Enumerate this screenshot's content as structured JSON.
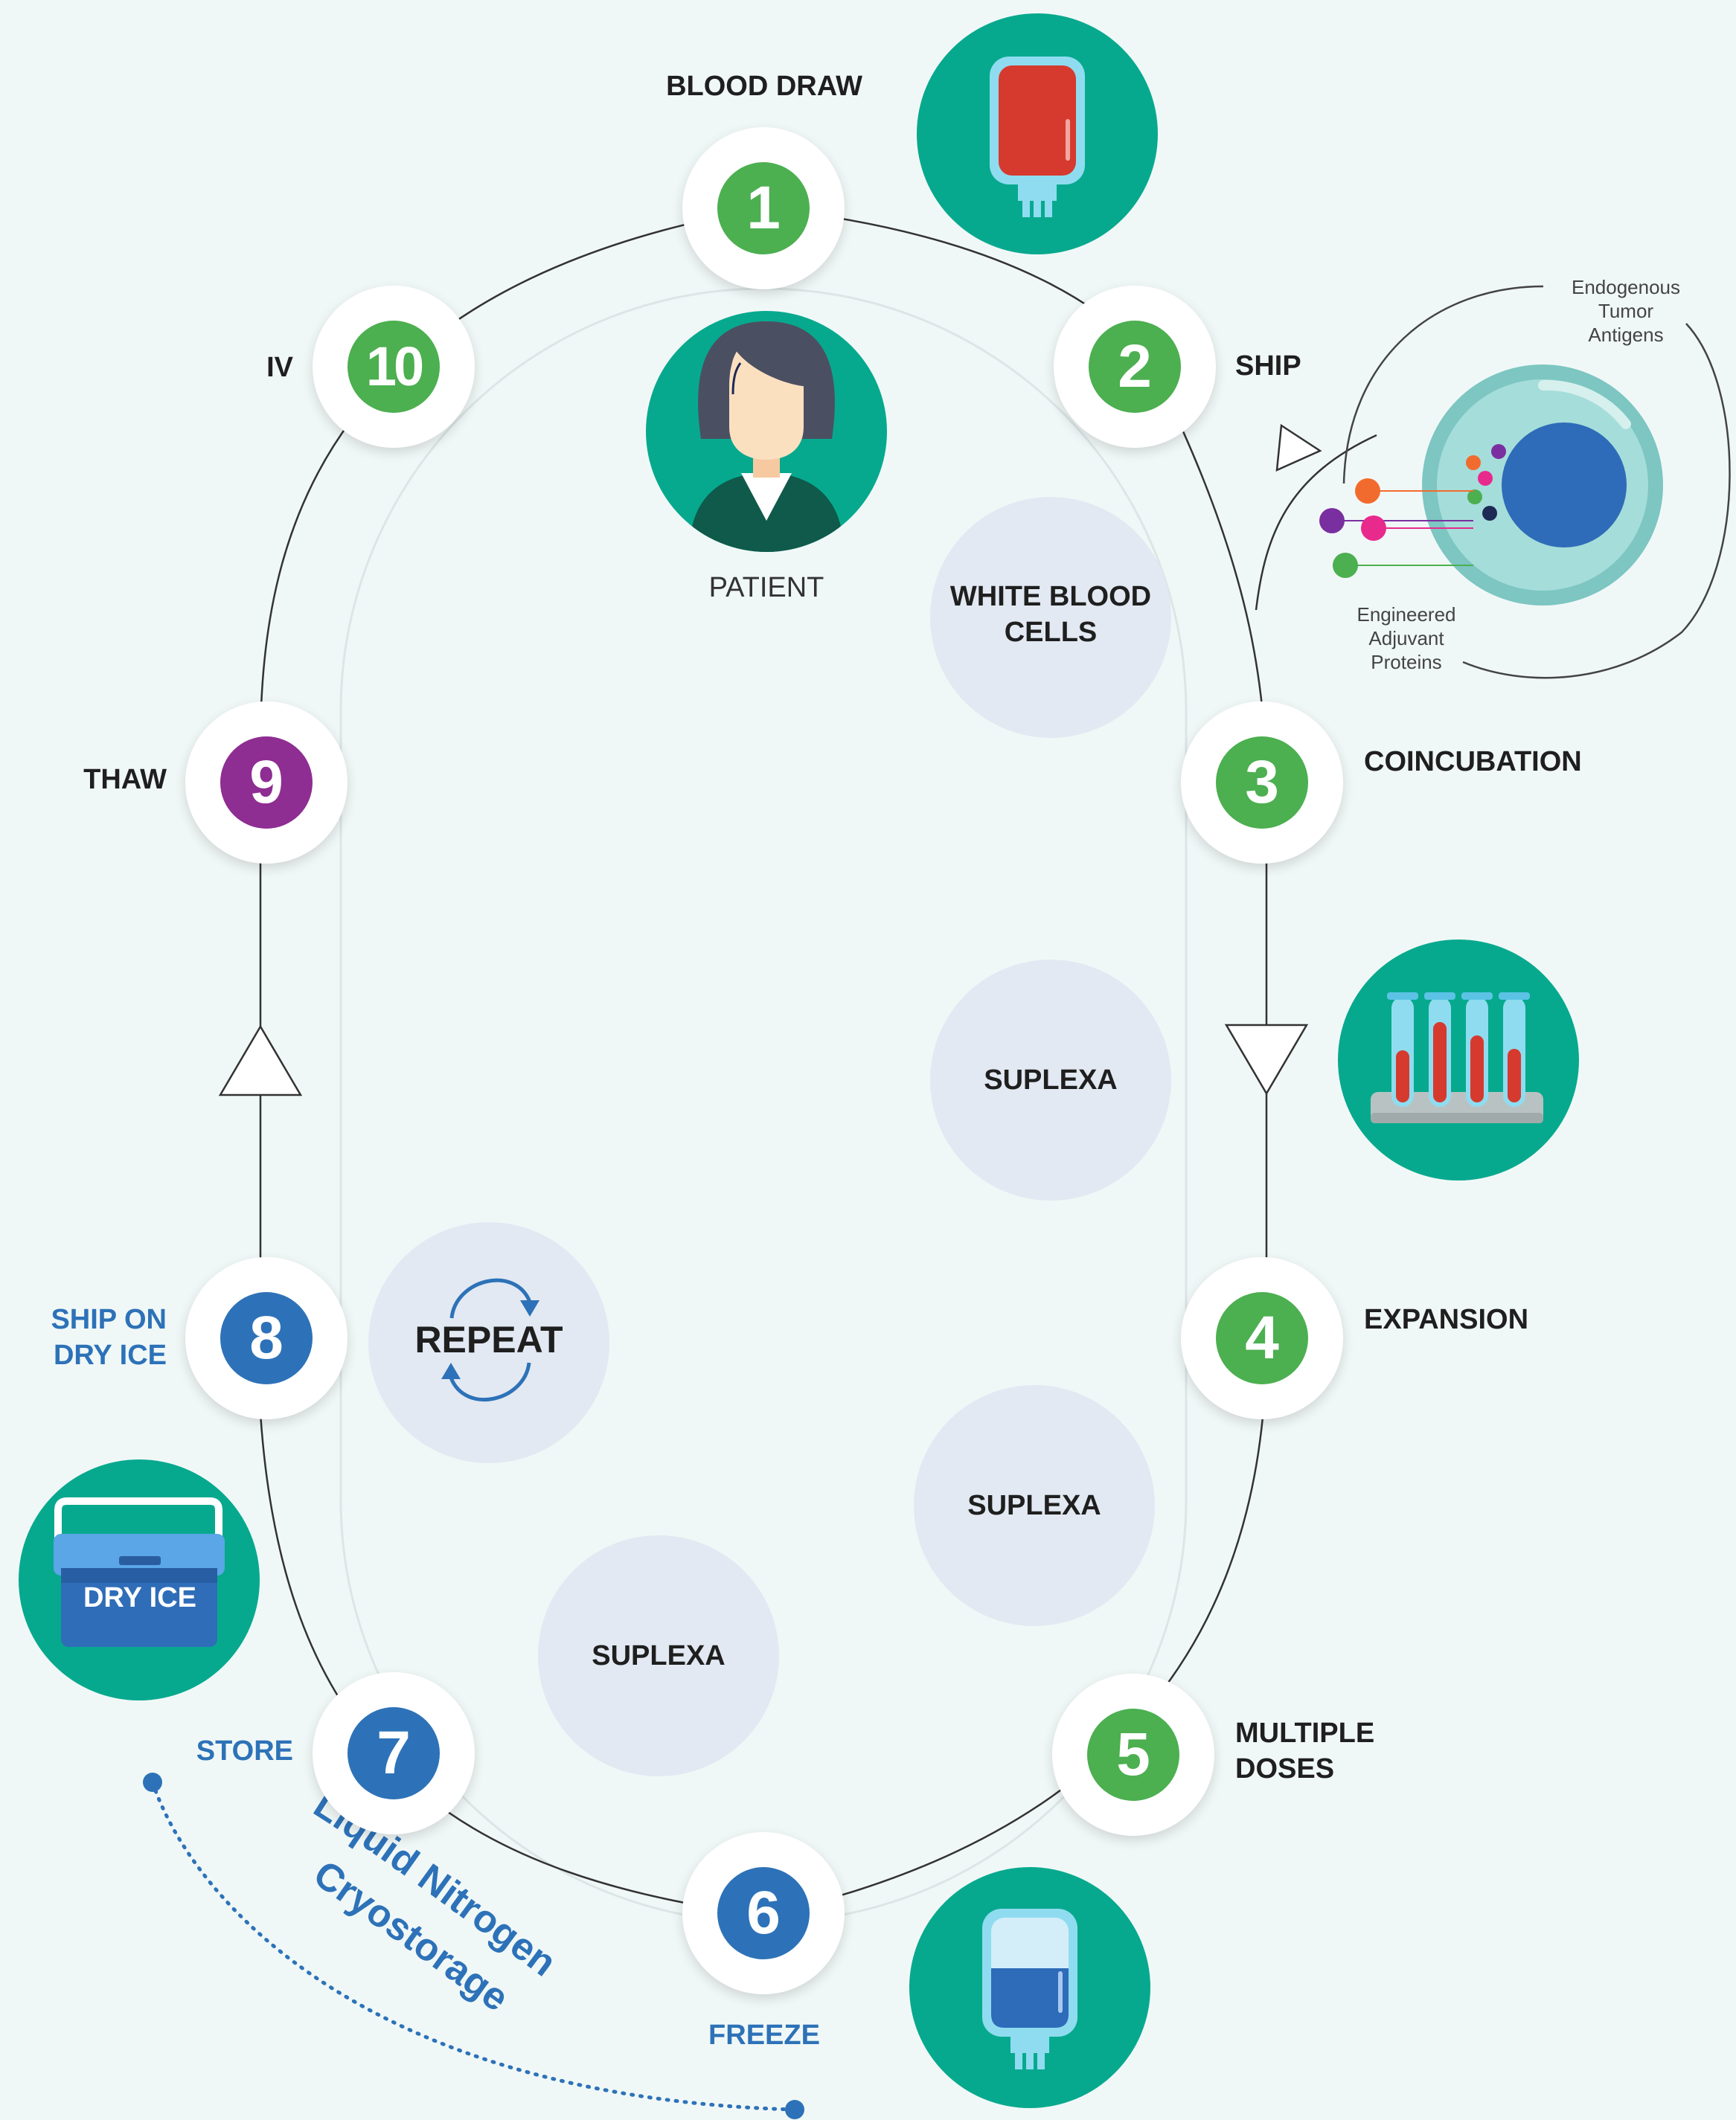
{
  "colors": {
    "green": "#4caf50",
    "purple": "#8e2d92",
    "blue": "#2d72b8",
    "teal": "#07a98e",
    "bubble": "#e2e9f2",
    "background": "#f0f8f7"
  },
  "steps": [
    {
      "n": "1",
      "label": "BLOOD DRAW",
      "color": "green"
    },
    {
      "n": "2",
      "label": "SHIP",
      "color": "green"
    },
    {
      "n": "3",
      "label": "COINCUBATION",
      "color": "green"
    },
    {
      "n": "4",
      "label": "EXPANSION",
      "color": "green"
    },
    {
      "n": "5",
      "label": "MULTIPLE DOSES",
      "color": "green"
    },
    {
      "n": "6",
      "label": "FREEZE",
      "color": "blue"
    },
    {
      "n": "7",
      "label": "STORE",
      "color": "blue"
    },
    {
      "n": "8",
      "label": "SHIP ON DRY ICE",
      "color": "blue"
    },
    {
      "n": "9",
      "label": "THAW",
      "color": "purple"
    },
    {
      "n": "10",
      "label": "IV",
      "color": "green"
    }
  ],
  "bubbles": {
    "white_blood_cells": "WHITE BLOOD CELLS",
    "suplexa_1": "SUPLEXA",
    "suplexa_2": "SUPLEXA",
    "suplexa_3": "SUPLEXA",
    "repeat": "REPEAT"
  },
  "patient_label": "PATIENT",
  "cell_diagram": {
    "top_label": "Endogenous Tumor Antigens",
    "bottom_label": "Engineered Adjuvant Proteins"
  },
  "cooler_label": "DRY ICE",
  "cryostorage": {
    "line1": "Liquid Nitrogen",
    "line2": "Cryostorage"
  },
  "icons": [
    "blood-bag-icon",
    "patient-avatar-icon",
    "tumor-cell-icon",
    "test-tubes-icon",
    "cooler-icon",
    "frozen-bag-icon",
    "repeat-arrows-icon"
  ]
}
